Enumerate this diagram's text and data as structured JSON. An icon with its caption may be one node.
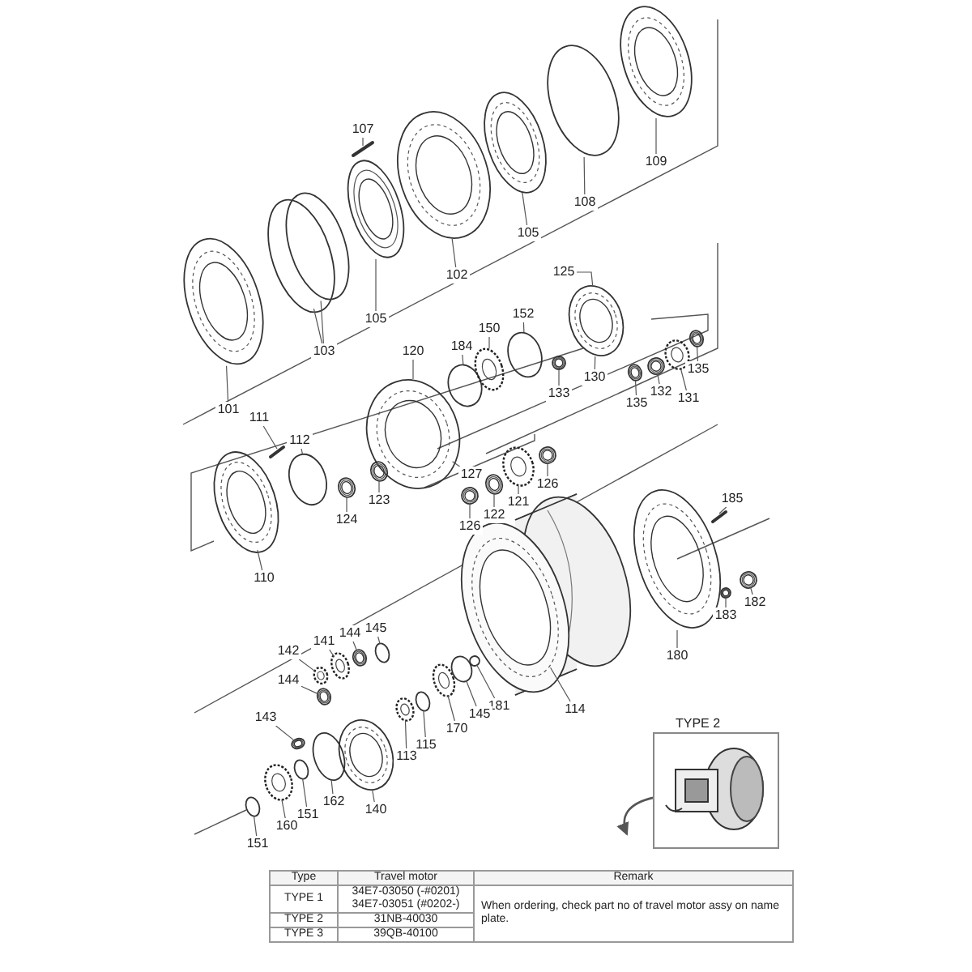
{
  "diagram": {
    "nodes": [
      {
        "text": [
          "107"
        ]
      },
      {
        "text": [
          "109"
        ]
      },
      {
        "text": [
          "108"
        ]
      },
      {
        "text": [
          "105"
        ]
      },
      {
        "text": [
          "102"
        ]
      },
      {
        "text": [
          "105"
        ]
      },
      {
        "text": [
          "103"
        ]
      },
      {
        "text": [
          "101"
        ]
      },
      {
        "text": [
          "125"
        ]
      },
      {
        "text": [
          "120"
        ]
      },
      {
        "text": [
          "184"
        ]
      },
      {
        "text": [
          "150"
        ]
      },
      {
        "text": [
          "152"
        ]
      },
      {
        "text": [
          "130"
        ]
      },
      {
        "text": [
          "133"
        ]
      },
      {
        "text": [
          "135"
        ]
      },
      {
        "text": [
          "132"
        ]
      },
      {
        "text": [
          "131"
        ]
      },
      {
        "text": [
          "135"
        ]
      },
      {
        "text": [
          "111"
        ]
      },
      {
        "text": [
          "112"
        ]
      },
      {
        "text": [
          "124"
        ]
      },
      {
        "text": [
          "123"
        ]
      },
      {
        "text": [
          "127"
        ]
      },
      {
        "text": [
          "126"
        ]
      },
      {
        "text": [
          "121"
        ]
      },
      {
        "text": [
          "122"
        ]
      },
      {
        "text": [
          "126"
        ]
      },
      {
        "text": [
          "110"
        ]
      },
      {
        "text": [
          "185"
        ]
      },
      {
        "text": [
          "182"
        ]
      },
      {
        "text": [
          "183"
        ]
      },
      {
        "text": [
          "180"
        ]
      },
      {
        "text": [
          "114"
        ]
      },
      {
        "text": [
          "181"
        ]
      },
      {
        "text": [
          "145"
        ]
      },
      {
        "text": [
          "170"
        ]
      },
      {
        "text": [
          "115"
        ]
      },
      {
        "text": [
          "113"
        ]
      },
      {
        "text": [
          "145"
        ]
      },
      {
        "text": [
          "144"
        ]
      },
      {
        "text": [
          "141"
        ]
      },
      {
        "text": [
          "142"
        ]
      },
      {
        "text": [
          "144"
        ]
      },
      {
        "text": [
          "143"
        ]
      },
      {
        "text": [
          "140"
        ]
      },
      {
        "text": [
          "162"
        ]
      },
      {
        "text": [
          "151"
        ]
      },
      {
        "text": [
          "160"
        ]
      },
      {
        "text": [
          "151"
        ]
      },
      {
        "text": [
          "TYPE 2"
        ]
      },
      {
        "text": [],
        "shape": "picture"
      },
      {
        "text": [],
        "shape": "picture"
      },
      {
        "text": [],
        "shape": "circle"
      },
      {
        "text": [],
        "shape": "picture"
      },
      {
        "text": [],
        "shape": "picture"
      },
      {
        "text": [],
        "shape": "picture"
      },
      {
        "text": [],
        "shape": "circle"
      },
      {
        "text": [],
        "shape": "picture"
      },
      {
        "text": [],
        "shape": "picture"
      },
      {
        "text": [],
        "shape": "picture"
      },
      {
        "text": [],
        "shape": "circle"
      },
      {
        "text": [],
        "shape": "picture"
      },
      {
        "text": [],
        "shape": "circle"
      },
      {
        "text": [],
        "shape": "picture"
      },
      {
        "text": [],
        "shape": "picture"
      },
      {
        "text": [],
        "shape": "picture"
      },
      {
        "text": [],
        "shape": "picture"
      },
      {
        "text": [],
        "shape": "picture"
      },
      {
        "text": [],
        "shape": "picture"
      },
      {
        "text": [],
        "shape": "circle"
      },
      {
        "text": [],
        "shape": "picture"
      },
      {
        "text": [],
        "shape": "picture"
      },
      {
        "text": [],
        "shape": "picture"
      },
      {
        "text": [],
        "shape": "picture"
      },
      {
        "text": [],
        "shape": "picture"
      },
      {
        "text": [],
        "shape": "picture"
      },
      {
        "text": [],
        "shape": "picture"
      },
      {
        "text": [],
        "shape": "picture"
      },
      {
        "text": [],
        "shape": "picture"
      },
      {
        "text": [],
        "shape": "picture"
      },
      {
        "text": [],
        "shape": "picture"
      },
      {
        "text": [],
        "shape": "picture"
      },
      {
        "text": [],
        "shape": "circle"
      },
      {
        "text": [],
        "shape": "circle"
      },
      {
        "text": [],
        "shape": "picture"
      },
      {
        "text": [],
        "shape": "circle"
      },
      {
        "text": [],
        "shape": "picture"
      },
      {
        "text": [],
        "shape": "circle"
      },
      {
        "text": [],
        "shape": "picture"
      },
      {
        "text": [],
        "shape": "picture"
      },
      {
        "text": [],
        "shape": "picture"
      },
      {
        "text": [],
        "shape": "picture"
      },
      {
        "text": [],
        "shape": "picture"
      },
      {
        "text": [],
        "shape": "picture"
      },
      {
        "text": [],
        "shape": "circle"
      },
      {
        "text": [],
        "shape": "circle"
      },
      {
        "text": [],
        "shape": "picture"
      },
      {
        "text": [],
        "shape": "circle"
      },
      {
        "text": [],
        "shape": "circle"
      }
    ],
    "edges": [
      {
        "from": 0,
        "to": 51,
        "arrow": "none"
      },
      {
        "from": 1,
        "to": 52,
        "arrow": "none"
      },
      {
        "from": 2,
        "to": 53,
        "arrow": "none"
      },
      {
        "from": 3,
        "to": 54,
        "arrow": "none"
      },
      {
        "from": 4,
        "to": 55,
        "arrow": "none"
      },
      {
        "from": 5,
        "to": 56,
        "arrow": "none"
      },
      {
        "from": 6,
        "to": 57,
        "arrow": "none"
      },
      {
        "from": 6,
        "to": 99,
        "arrow": "none"
      },
      {
        "from": 7,
        "to": 58,
        "arrow": "none"
      },
      {
        "from": 8,
        "to": 59,
        "arrow": "none"
      },
      {
        "from": 9,
        "to": 60,
        "arrow": "none"
      },
      {
        "from": 10,
        "to": 61,
        "arrow": "none"
      },
      {
        "from": 11,
        "to": 62,
        "arrow": "none"
      },
      {
        "from": 12,
        "to": 63,
        "arrow": "none"
      },
      {
        "from": 13,
        "to": 59,
        "arrow": "none"
      },
      {
        "from": 14,
        "to": 64,
        "arrow": "none"
      },
      {
        "from": 15,
        "to": 65,
        "arrow": "none"
      },
      {
        "from": 16,
        "to": 66,
        "arrow": "none"
      },
      {
        "from": 17,
        "to": 67,
        "arrow": "none"
      },
      {
        "from": 18,
        "to": 68,
        "arrow": "none"
      },
      {
        "from": 19,
        "to": 69,
        "arrow": "none"
      },
      {
        "from": 20,
        "to": 70,
        "arrow": "none"
      },
      {
        "from": 21,
        "to": 71,
        "arrow": "none"
      },
      {
        "from": 22,
        "to": 72,
        "arrow": "none"
      },
      {
        "from": 23,
        "to": 60,
        "arrow": "none"
      },
      {
        "from": 24,
        "to": 73,
        "arrow": "none"
      },
      {
        "from": 25,
        "to": 74,
        "arrow": "none"
      },
      {
        "from": 26,
        "to": 75,
        "arrow": "none"
      },
      {
        "from": 27,
        "to": 76,
        "arrow": "none"
      },
      {
        "from": 28,
        "to": 77,
        "arrow": "none"
      },
      {
        "from": 29,
        "to": 78,
        "arrow": "none"
      },
      {
        "from": 30,
        "to": 79,
        "arrow": "none"
      },
      {
        "from": 31,
        "to": 80,
        "arrow": "none"
      },
      {
        "from": 32,
        "to": 81,
        "arrow": "none"
      },
      {
        "from": 33,
        "to": 82,
        "arrow": "none"
      },
      {
        "from": 34,
        "to": 83,
        "arrow": "none"
      },
      {
        "from": 35,
        "to": 84,
        "arrow": "none"
      },
      {
        "from": 36,
        "to": 85,
        "arrow": "none"
      },
      {
        "from": 37,
        "to": 86,
        "arrow": "none"
      },
      {
        "from": 38,
        "to": 87,
        "arrow": "none"
      },
      {
        "from": 39,
        "to": 88,
        "arrow": "none"
      },
      {
        "from": 40,
        "to": 89,
        "arrow": "none"
      },
      {
        "from": 41,
        "to": 90,
        "arrow": "none"
      },
      {
        "from": 42,
        "to": 91,
        "arrow": "none"
      },
      {
        "from": 43,
        "to": 92,
        "arrow": "none"
      },
      {
        "from": 44,
        "to": 93,
        "arrow": "none"
      },
      {
        "from": 45,
        "to": 94,
        "arrow": "none"
      },
      {
        "from": 46,
        "to": 95,
        "arrow": "none"
      },
      {
        "from": 47,
        "to": 96,
        "arrow": "none"
      },
      {
        "from": 48,
        "to": 97,
        "arrow": "none"
      },
      {
        "from": 49,
        "to": 98,
        "arrow": "none"
      },
      {
        "from": 50,
        "to": null,
        "arrow": "to"
      }
    ],
    "labels": [
      "Type",
      "Travel motor",
      "Remark",
      "TYPE 1",
      "34E7-03050 (-#0201)",
      "34E7-03051 (#0202-)",
      "When ordering, check part no of travel motor assy on name plate.",
      "TYPE 2",
      "31NB-40030",
      "TYPE 3",
      "39QB-40100"
    ]
  }
}
